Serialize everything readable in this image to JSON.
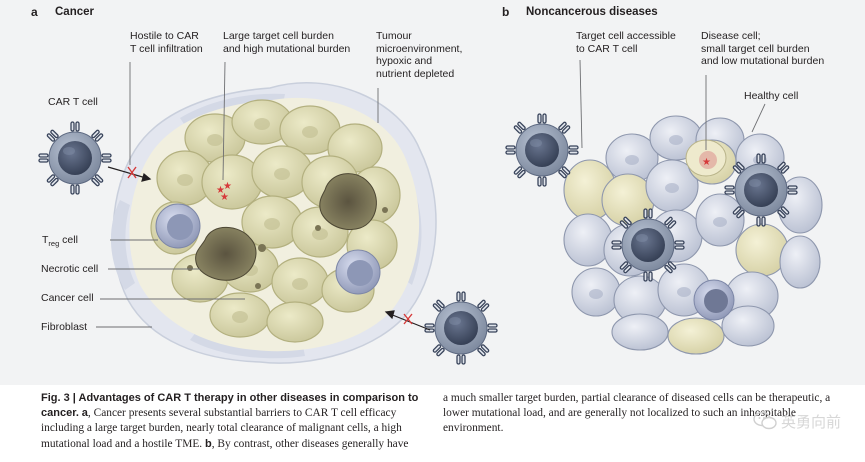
{
  "panel_a": {
    "letter": "a",
    "title": "Cancer",
    "labels": {
      "car_t": "CAR T cell",
      "hostile_1": "Hostile to CAR",
      "hostile_2": "T cell infiltration",
      "burden_1": "Large target cell burden",
      "burden_2": "and high mutational burden",
      "tme_1": "Tumour",
      "tme_2": "microenvironment,",
      "tme_3": "hypoxic and",
      "tme_4": "nutrient depleted",
      "treg_main": "T",
      "treg_sub": "reg",
      "treg_rest": " cell",
      "necrotic": "Necrotic cell",
      "cancer": "Cancer cell",
      "fibroblast": "Fibroblast"
    }
  },
  "panel_b": {
    "letter": "b",
    "title": "Noncancerous diseases",
    "labels": {
      "accessible_1": "Target cell accessible",
      "accessible_2": "to CAR T cell",
      "disease_1": "Disease cell;",
      "disease_2": "small target cell burden",
      "disease_3": "and low mutational burden",
      "healthy": "Healthy cell"
    }
  },
  "caption": {
    "fig_label": "Fig. 3 | Advantages of CAR T therapy in other diseases in comparison to cancer.",
    "a_label": "a",
    "a_text": ", Cancer presents several substantial barriers to CAR T cell efficacy including a large target burden, nearly total clearance of malignant cells, a high mutational load and a hostile TME.",
    "b_label": "b",
    "b_text": ", By contrast, other diseases generally have",
    "right_text": "a much smaller target burden, partial clearance of diseased cells can be therapeutic, a lower mutational load, and are generally not localized to such an inhospitable environment."
  },
  "watermark": {
    "text": "英勇向前",
    "icon": "wechat-icon"
  },
  "colors": {
    "background": "#f2f3f4",
    "tumour_cell": "#d8d6b0",
    "tme_halo": "#f0eede",
    "fibroblast": "#e3e6ef",
    "car_t_outer": "#9aa7bb",
    "car_t_nucleus": "#4e5a70",
    "treg_outer": "#b8bfd6",
    "healthy_cell": "#d5dae6",
    "disease_cell": "#e8e4c0",
    "mutation_star": "#d63a3a"
  }
}
